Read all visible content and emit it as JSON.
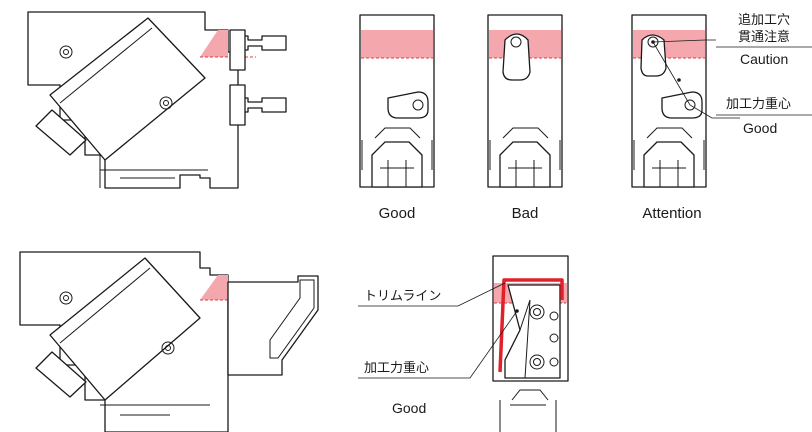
{
  "labels": {
    "good_1": "Good",
    "bad": "Bad",
    "attention": "Attention",
    "caution_jp_line1": "追加工穴",
    "caution_jp_line2": "貫通注意",
    "caution_en": "Caution",
    "center_force_jp_top": "加工力重心",
    "center_force_en_top": "Good",
    "trim_line_jp": "トリムライン",
    "center_force_jp_bottom": "加工力重心",
    "center_force_en_bottom": "Good"
  },
  "colors": {
    "highlight": "#f4a7ad",
    "trim_line": "#e0202a",
    "stroke": "#1a1a1a"
  }
}
